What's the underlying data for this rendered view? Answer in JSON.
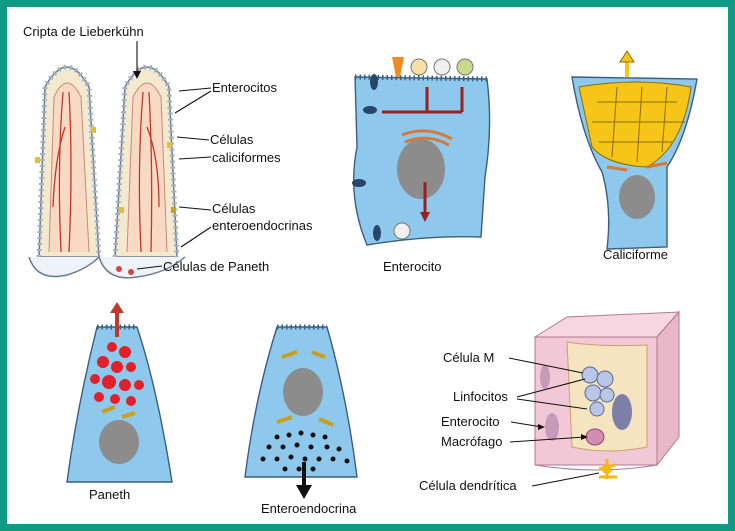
{
  "labels": {
    "crypt": "Cripta de Lieberkühn",
    "enterocytes": "Enterocitos",
    "goblet_1": "Células",
    "goblet_2": "caliciformes",
    "endo_1": "Células",
    "endo_2": "enteroendocrinas",
    "paneth_cells": "Células de Paneth",
    "enterocito": "Enterocito",
    "caliciforme": "Caliciforme",
    "paneth": "Paneth",
    "enteroendocrina": "Enteroendocrina",
    "m_cell": "Célula M",
    "lymphocytes": "Linfocitos",
    "enterocyte_small": "Enterocito",
    "macrophage": "Macrófago",
    "dendritic": "Célula dendrítica"
  },
  "colors": {
    "background": "#0f9a86",
    "cell_fill": "#8ec8ec",
    "nucleus": "#8c8c8c",
    "mucus": "#f5c518",
    "granule_red": "#e0202a",
    "arrow_red": "#9b2020"
  }
}
